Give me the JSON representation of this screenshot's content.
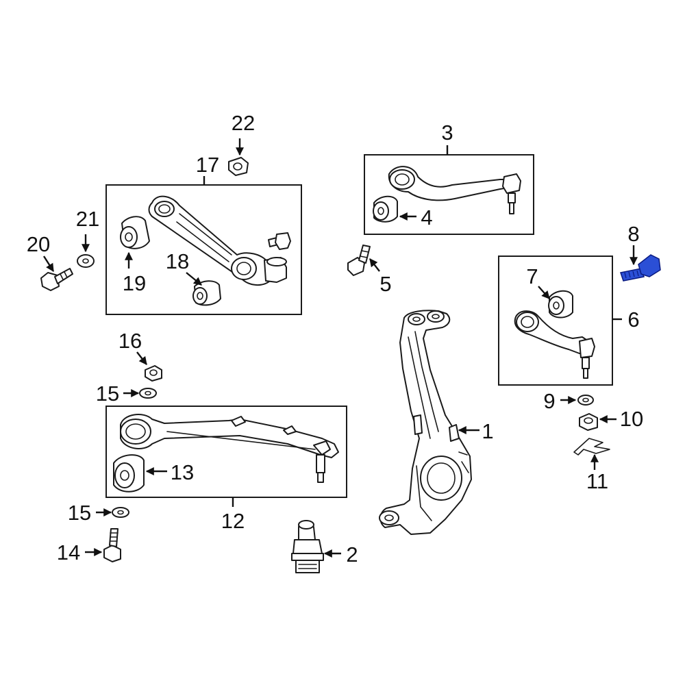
{
  "callouts": {
    "c1": "1",
    "c2": "2",
    "c3": "3",
    "c4": "4",
    "c5": "5",
    "c6": "6",
    "c7": "7",
    "c8": "8",
    "c9": "9",
    "c10": "10",
    "c11": "11",
    "c12": "12",
    "c13": "13",
    "c14": "14",
    "c15a": "15",
    "c15b": "15",
    "c16": "16",
    "c17": "17",
    "c18": "18",
    "c19": "19",
    "c20": "20",
    "c21": "21",
    "c22": "22"
  },
  "colors": {
    "line": "#1a1a1a",
    "highlight_fill": "#2b4fd6",
    "highlight_stroke": "#0a1a80"
  },
  "highlighted_part": "8"
}
